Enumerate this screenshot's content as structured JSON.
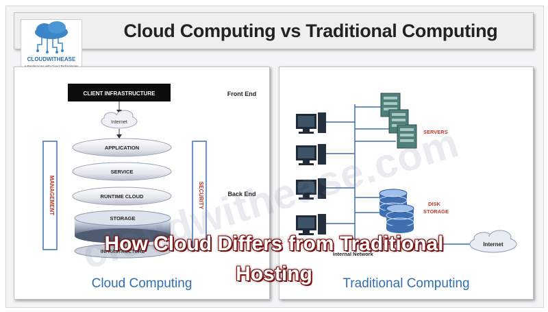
{
  "header": {
    "title": "Cloud Computing vs Traditional Computing"
  },
  "logo": {
    "name": "CLOUDWITHEASE",
    "tagline": "A Rendezvous with Cloud Technologies"
  },
  "watermark": "cloudwithease.com",
  "left_panel": {
    "client_infrastructure": "CLIENT INFRASTRUCTURE",
    "front_end": "Front End",
    "back_end": "Back End",
    "internet": "Internet",
    "layers": [
      "APPLICATION",
      "SERVICE",
      "RUNTIME CLOUD",
      "STORAGE"
    ],
    "infrastructure_partial": "INFRASTRUCTURE",
    "management": "MANAGEMENT",
    "security": "SECURITY",
    "caption": "Cloud Computing"
  },
  "right_panel": {
    "servers": "SERVERS",
    "disk": "DISK",
    "storage": "STORAGE",
    "internal_network": "Internal Network",
    "internet": "Internet",
    "caption": "Traditional Computing"
  },
  "overlay": {
    "line1": "How Cloud Differs from Traditional",
    "line2": "Hosting"
  },
  "colors": {
    "caption_blue": "#2f6fad",
    "overlay_outline": "#7a0f0f",
    "server_green": "#4e7f7a",
    "disk_blue": "#3f6fb0",
    "label_red": "#c0392b"
  }
}
